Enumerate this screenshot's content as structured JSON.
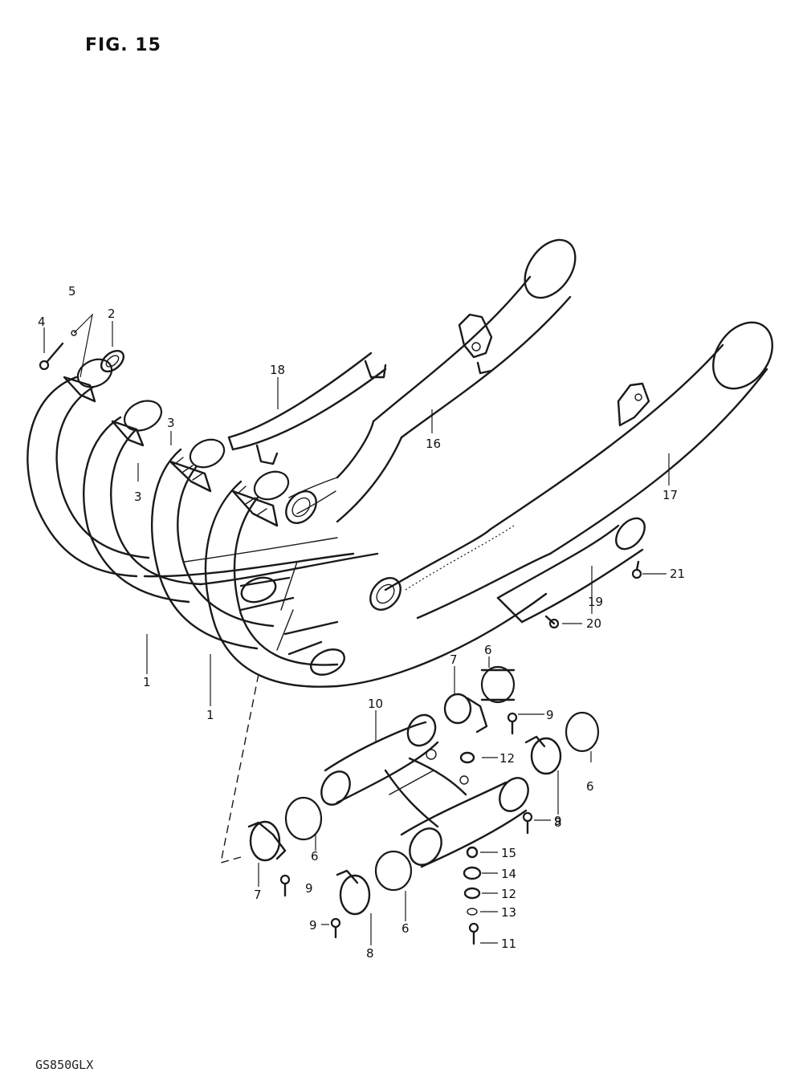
{
  "figure": {
    "title": "FIG. 15",
    "model_code": "GS850GLX"
  },
  "callouts": [
    {
      "id": "c1a",
      "label": "1"
    },
    {
      "id": "c1b",
      "label": "1"
    },
    {
      "id": "c2",
      "label": "2"
    },
    {
      "id": "c3a",
      "label": "3"
    },
    {
      "id": "c3b",
      "label": "3"
    },
    {
      "id": "c4",
      "label": "4"
    },
    {
      "id": "c5",
      "label": "5"
    },
    {
      "id": "c6a",
      "label": "6"
    },
    {
      "id": "c6b",
      "label": "6"
    },
    {
      "id": "c6c",
      "label": "6"
    },
    {
      "id": "c6d",
      "label": "6"
    },
    {
      "id": "c7a",
      "label": "7"
    },
    {
      "id": "c7b",
      "label": "7"
    },
    {
      "id": "c8a",
      "label": "8"
    },
    {
      "id": "c8b",
      "label": "8"
    },
    {
      "id": "c9a",
      "label": "9"
    },
    {
      "id": "c9b",
      "label": "9"
    },
    {
      "id": "c9c",
      "label": "9"
    },
    {
      "id": "c9d",
      "label": "9"
    },
    {
      "id": "c10",
      "label": "10"
    },
    {
      "id": "c11",
      "label": "11"
    },
    {
      "id": "c12a",
      "label": "12"
    },
    {
      "id": "c12b",
      "label": "12"
    },
    {
      "id": "c13",
      "label": "13"
    },
    {
      "id": "c14",
      "label": "14"
    },
    {
      "id": "c15",
      "label": "15"
    },
    {
      "id": "c16",
      "label": "16"
    },
    {
      "id": "c17",
      "label": "17"
    },
    {
      "id": "c18",
      "label": "18"
    },
    {
      "id": "c19",
      "label": "19"
    },
    {
      "id": "c20",
      "label": "20"
    },
    {
      "id": "c21",
      "label": "21"
    }
  ]
}
